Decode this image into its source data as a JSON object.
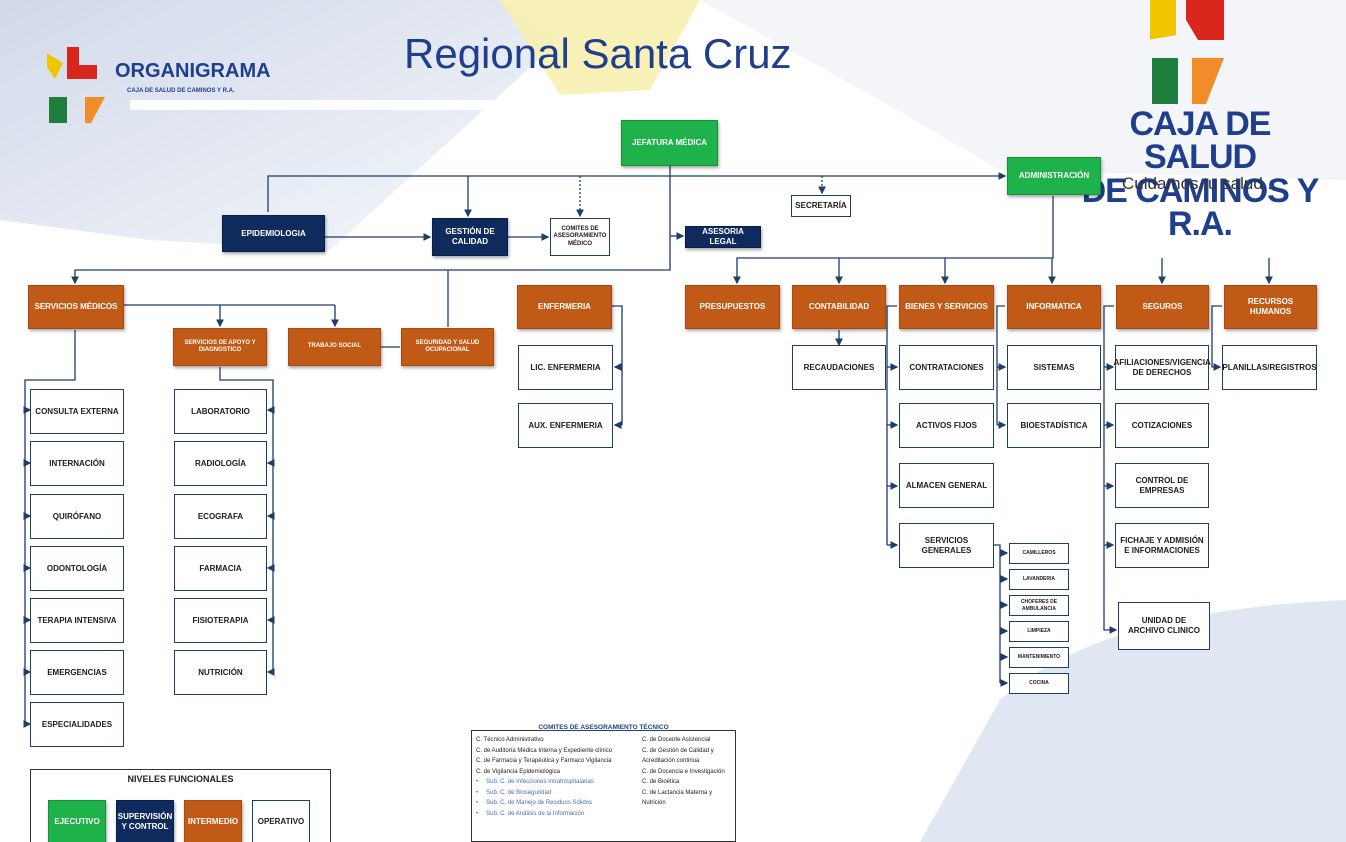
{
  "header": {
    "title": "Regional Santa Cruz",
    "org_title": "ORGANIGRAMA",
    "org_subtitle": "CAJA DE SALUD DE CAMINOS Y R.A.",
    "brand_name_line1": "CAJA DE SALUD",
    "brand_name_line2": "DE CAMINOS Y R.A.",
    "brand_slogan": "Cuidamos tu salud..."
  },
  "colors": {
    "ejecutivo": "#1fb24a",
    "supervision": "#0f2a5c",
    "intermedio": "#c25a17",
    "operativo": "#ffffff",
    "connector": "#1e3d6b",
    "title_blue": "#1f3e8c",
    "logo_yellow": "#f2c500",
    "logo_red": "#d9261c",
    "logo_green": "#1e7f3c",
    "logo_orange": "#f28c28"
  },
  "nodes": {
    "jefatura": "JEFATURA MÉDICA",
    "administracion": "ADMINISTRACIÓN",
    "secretaria": "SECRETARÍA",
    "epidemiologia": "EPIDEMIOLOGIA",
    "gestion_calidad": "GESTIÓN DE CALIDAD",
    "comites_asesoramiento": "COMITES DE ASESORAMIENTO MÉDICO",
    "asesoria_legal": "ASESORIA LEGAL",
    "servicios_medicos": "SERVICIOS MÉDICOS",
    "servicios_apoyo": "SERVICIOS DE APOYO Y DIAGNOSTICO",
    "trabajo_social": "TRABAJO SOCIAL",
    "seguridad_salud": "SEGURIDAD Y SALUD OCUPACIONAL",
    "enfermeria": "ENFERMERIA",
    "presupuestos": "PRESUPUESTOS",
    "contabilidad": "CONTABILIDAD",
    "bienes_servicios": "BIENES Y SERVICIOS",
    "informatica": "INFORMATICA",
    "seguros": "SEGUROS",
    "recursos_humanos": "RECURSOS HUMANOS",
    "servicios_medicos_items": [
      "CONSULTA EXTERNA",
      "INTERNACIÓN",
      "QUIRÓFANO",
      "ODONTOLOGÍA",
      "TERAPIA INTENSIVA",
      "EMERGENCIAS",
      "ESPECIALIDADES"
    ],
    "apoyo_items": [
      "LABORATORIO",
      "RADIOLOGÍA",
      "ECOGRAFA",
      "FARMACIA",
      "FISIOTERAPIA",
      "NUTRICIÓN"
    ],
    "enfermeria_items": [
      "LIC. ENFERMERIA",
      "AUX. ENFERMERIA"
    ],
    "contabilidad_items": [
      "RECAUDACIONES"
    ],
    "bienes_items": [
      "CONTRATACIONES",
      "ACTIVOS FIJOS",
      "ALMACEN GENERAL",
      "SERVICIOS GENERALES"
    ],
    "servicios_generales_items": [
      "CAMILLEROS",
      "LAVANDERIA",
      "CHOFERES DE AMBULANCIA",
      "LIMPIEZA",
      "MANTENIMIENTO",
      "COCINA"
    ],
    "informatica_items": [
      "SISTEMAS",
      "BIOESTADÍSTICA"
    ],
    "seguros_items": [
      "AFILIACIONES/VIGENCIA DE DERECHOS",
      "COTIZACIONES",
      "CONTROL DE EMPRESAS",
      "FICHAJE Y ADMISIÓN E INFORMACIONES",
      "UNIDAD DE ARCHIVO CLINICO"
    ],
    "rrhh_items": [
      "PLANILLAS/REGISTROS"
    ]
  },
  "legend": {
    "title": "NIVELES FUNCIONALES",
    "ejecutivo": "EJECUTIVO",
    "supervision": "SUPERVISIÓN Y CONTROL",
    "intermedio": "INTERMEDIO",
    "operativo": "OPERATIVO"
  },
  "committees": {
    "title": "COMITES DE ASESORAMIENTO TÉCNICO",
    "left": [
      "C. Técnico Administrativo",
      "C. de Auditoría Médica Interna y Expediente clínico",
      "C. de Farmacia y Terapéutica y Fármaco Vigilancia",
      "C. de Vigilancia Epidemiológica"
    ],
    "subs": [
      "Sub. C. de Infecciones Intrahospitalarias",
      "Sub. C. de Bioseguridad",
      "Sub. C. de Manejo de Residuos Sólidos",
      "Sub. C. de Análisis de la Información"
    ],
    "right": [
      "C. de Docente Asistencial",
      "C. de Gestión de Calidad y",
      "Acreditación continua",
      "C. de Docencia e Investigación",
      "C. de Bioética",
      "C. de Lactancia Materna y",
      "Nutrición"
    ]
  }
}
